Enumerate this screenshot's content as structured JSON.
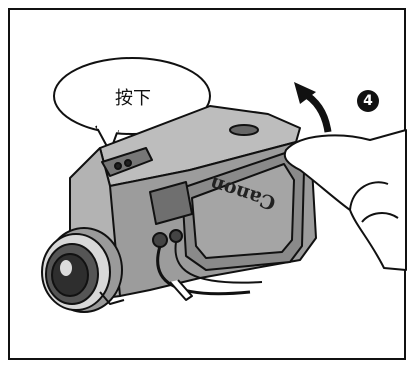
{
  "callout": {
    "text": "按下"
  },
  "step": {
    "number": "4"
  },
  "brand": {
    "label": "Canon"
  },
  "colors": {
    "line": "#111111",
    "shade": "#8a8a8a",
    "dark": "#555555",
    "background": "#ffffff"
  },
  "icons": {
    "arrow": "curved-up-arrow-icon",
    "finger": "hand-icon"
  }
}
